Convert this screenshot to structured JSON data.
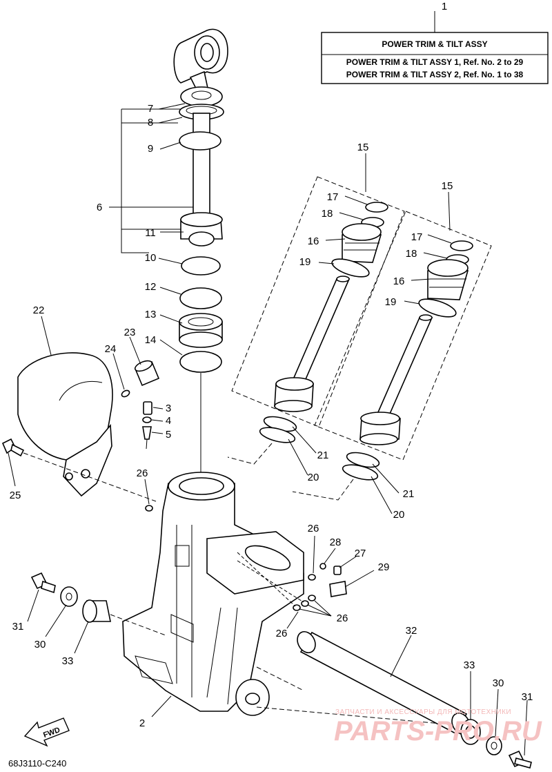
{
  "title_box": {
    "ref": "1",
    "title": "POWER TRIM & TILT ASSY",
    "line1": "POWER TRIM & TILT ASSY 1,  Ref. No. 2 to 29",
    "line2": "POWER TRIM & TILT ASSY 2,  Ref. No. 1 to 38"
  },
  "callouts": [
    "2",
    "3",
    "4",
    "5",
    "6",
    "7",
    "8",
    "9",
    "10",
    "11",
    "12",
    "13",
    "14",
    "15",
    "16",
    "17",
    "18",
    "19",
    "20",
    "21",
    "22",
    "23",
    "24",
    "25",
    "26",
    "27",
    "28",
    "29",
    "30",
    "31",
    "32",
    "33"
  ],
  "diagram_code": "68J3110-C240",
  "fwd_label": "FWD",
  "watermark": {
    "tagline": "ЗАПЧАСТИ И АКСЕССУАРЫ ДЛЯ МОТОТЕХНИКИ",
    "brand": "PARTS-PRO.RU"
  }
}
